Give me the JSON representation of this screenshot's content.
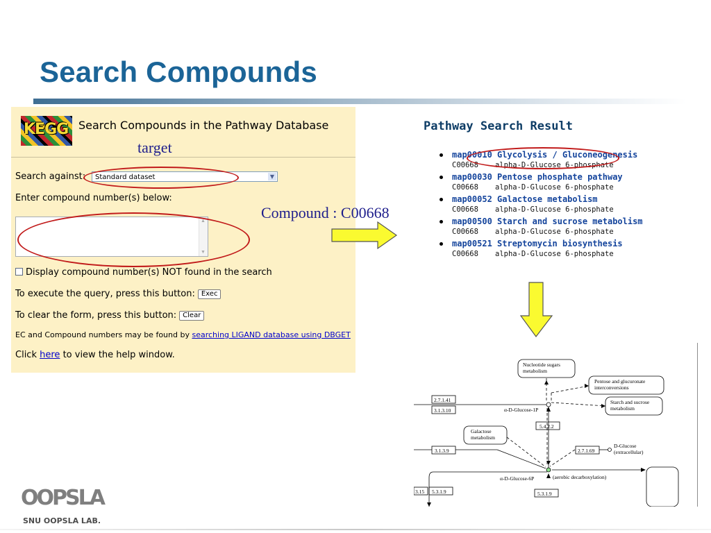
{
  "slide": {
    "title": "Search Compounds"
  },
  "search_form": {
    "logo_text": "KEGG",
    "heading": "Search Compounds in the Pathway Database",
    "search_against_label": "Search against:",
    "dataset_value": "Standard dataset",
    "enter_label": "Enter compound number(s) below:",
    "compound_input_value": "",
    "display_not_found_label": "Display compound number(s) NOT found in the search",
    "execute_label": "To execute the query, press this button:",
    "exec_button": "Exec",
    "clear_label": "To clear the form, press this button:",
    "clear_button": "Clear",
    "ec_text": "EC and Compound numbers may be found by",
    "ec_link": "searching LIGAND database using DBGET",
    "click_text": "Click",
    "here_link": "here",
    "help_text": "to view the help window."
  },
  "annotations": {
    "target": "target",
    "compound": "Compound : C00668",
    "highlight_color": "#c11a1a",
    "arrow_color": "#fafa30"
  },
  "result": {
    "title": "Pathway Search Result",
    "items": [
      {
        "map": "map00010 Glycolysis / Gluconeogenesis",
        "cpd_id": "C00668",
        "cpd_name": "alpha-D-Glucose 6-phosphate"
      },
      {
        "map": "map00030 Pentose phosphate pathway",
        "cpd_id": "C00668",
        "cpd_name": "alpha-D-Glucose 6-phosphate"
      },
      {
        "map": "map00052 Galactose metabolism",
        "cpd_id": "C00668",
        "cpd_name": "alpha-D-Glucose 6-phosphate"
      },
      {
        "map": "map00500 Starch and sucrose metabolism",
        "cpd_id": "C00668",
        "cpd_name": "alpha-D-Glucose 6-phosphate"
      },
      {
        "map": "map00521 Streptomycin biosynthesis",
        "cpd_id": "C00668",
        "cpd_name": "alpha-D-Glucose 6-phosphate"
      }
    ]
  },
  "pathway_map": {
    "nucleotide_1": "Nucleotide sugars",
    "nucleotide_2": "metabolism",
    "pentose_1": "Pentose and glucuronate",
    "pentose_2": "interconversions",
    "starch_1": "Starch and sucrose",
    "starch_2": "metabolism",
    "galactose_1": "Galactose",
    "galactose_2": "metabolism",
    "ec_27141": "2.7.1.41",
    "ec_31310": "3.1.3.10",
    "ec_5422": "5.4.2.2",
    "ec_3139": "3.1.3.9",
    "ec_27169": "2.7.1.69",
    "ec_315": "3.15",
    "ec_5319a": "5.3.1.9",
    "ec_5319b": "5.3.1.9",
    "glucose_1p": "α-D-Glucose-1P",
    "glucose_6p": "α-D-Glucose-6P",
    "dglucose_1": "D-Glucose",
    "dglucose_2": "(extracellular)",
    "aerobic": "(aerobic decarboxylation)"
  },
  "footer": {
    "logo_mark": "OOPSLA",
    "lab_name": "SNU OOPSLA LAB."
  }
}
